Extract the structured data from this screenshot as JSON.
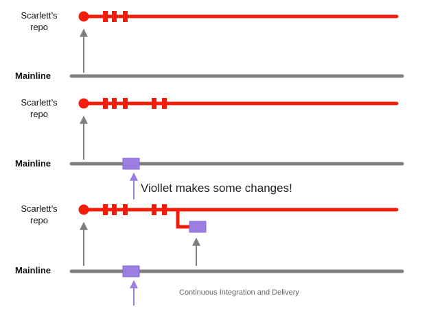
{
  "panels": [
    {
      "repo_label": [
        "Scarlett’s",
        "repo"
      ],
      "mainline_label": "Mainline"
    },
    {
      "repo_label": [
        "Scarlett’s",
        "repo"
      ],
      "mainline_label": "Mainline"
    },
    {
      "repo_label": [
        "Scarlett’s",
        "repo"
      ],
      "mainline_label": "Mainline"
    }
  ],
  "callout": "Viollet makes some changes!",
  "caption": "Continuous Integration and Delivery",
  "colors": {
    "branch": "#f21c0a",
    "mainline": "#7f7f7f",
    "arrow": "#7f7f7f",
    "change": "#9b7ee0",
    "change_border": "#8866d8",
    "change_arrow": "#9b7ee0"
  },
  "icons": {
    "commit": "red-square-commit-icon",
    "origin": "red-circle-origin-icon",
    "change": "purple-square-change-icon"
  }
}
